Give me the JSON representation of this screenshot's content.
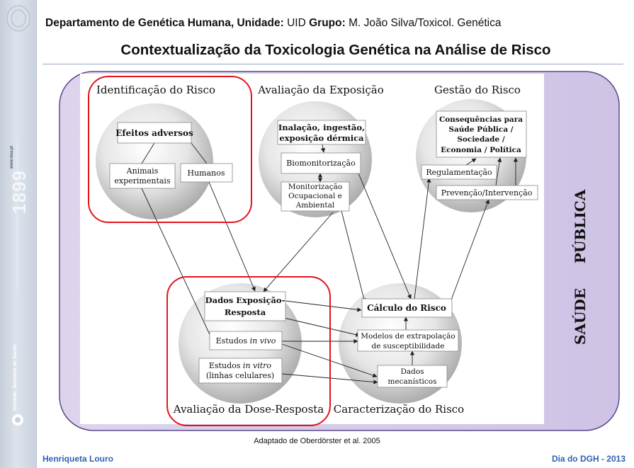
{
  "header": {
    "department_label": "Departamento de Genética Humana, Unidade:",
    "unit_value": "UID",
    "group_label": "Grupo:",
    "group_value": "M. João Silva/Toxicol. Genética",
    "title": "Contextualização da Toxicologia Genética na Análise de Risco"
  },
  "sidebar": {
    "url": "www.insa.pt",
    "year": "1899",
    "institution": "Instituto_Nacional de Saúde"
  },
  "diagram": {
    "side_label_1": "SAÚDE",
    "side_label_2": "PÚBLICA",
    "sections": {
      "hazard_identification": "Identificação do Risco",
      "exposure_assessment": "Avaliação da Exposição",
      "risk_management": "Gestão do Risco",
      "dose_response": "Avaliação da Dose-Resposta",
      "risk_characterization": "Caracterização do Risco"
    },
    "boxes": {
      "adverse_effects": "Efeitos adversos",
      "animals_l1": "Animais",
      "animals_l2": "experimentais",
      "humans": "Humanos",
      "exposure_routes_l1": "Inalação, ingestão,",
      "exposure_routes_l2": "exposição dérmica",
      "biomonitoring": "Biomonitorização",
      "monitoring_l1": "Monitorização",
      "monitoring_l2": "Ocupacional e",
      "monitoring_l3": "Ambiental",
      "consequences_l1": "Consequências para",
      "consequences_l2": "Saúde Pública /",
      "consequences_l3": "Sociedade /",
      "consequences_l4": "Economia / Política",
      "regulation": "Regulamentação",
      "prevention": "Prevenção/Intervenção",
      "dose_data_l1": "Dados Exposição-",
      "dose_data_l2": "Resposta",
      "in_vivo_prefix": "Estudos ",
      "in_vivo_italic": "in vivo",
      "in_vitro_prefix": "Estudos ",
      "in_vitro_italic": "in vitro",
      "in_vitro_l2": "(linhas celulares)",
      "risk_calc": "Cálculo do Risco",
      "models_l1": "Modelos de extrapolação",
      "models_l2": "de susceptibilidade",
      "mech_l1": "Dados",
      "mech_l2": "mecanísticos"
    },
    "colors": {
      "panel": "#ddd4ec",
      "panel_border": "#5b4a8b",
      "highlight": "#e3151b",
      "sphere_light": "#ffffff",
      "sphere_dark": "#a9a9a9"
    }
  },
  "footer": {
    "citation": "Adaptado de Oberdörster et al. 2005",
    "author": "Henriqueta Louro",
    "event": "Dia do DGH - 2013"
  }
}
